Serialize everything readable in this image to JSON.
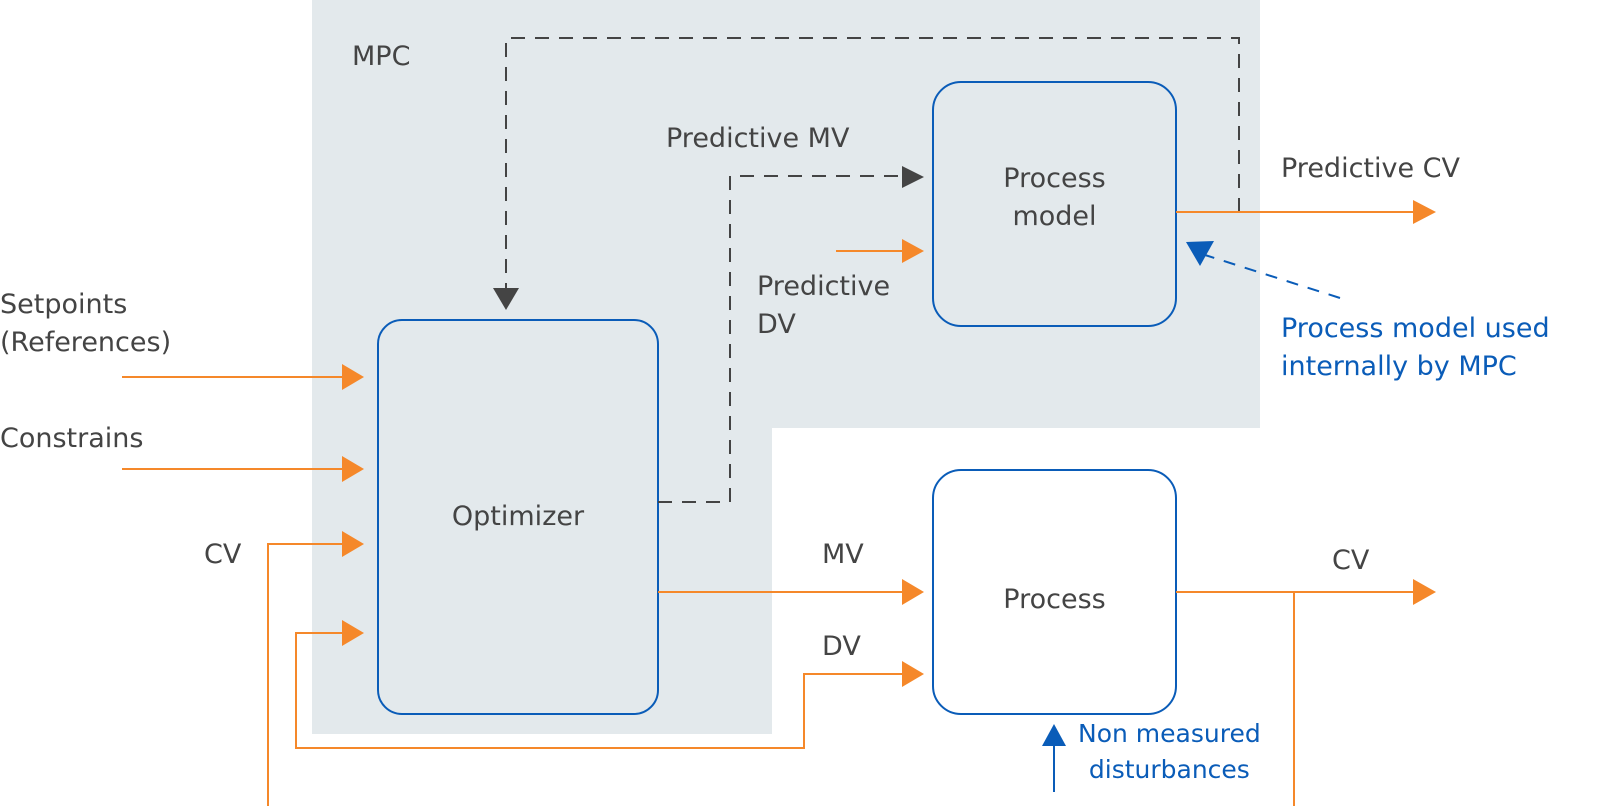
{
  "colors": {
    "mpc_region": "#e3e9ec",
    "box_border": "#0a5cb8",
    "signal": "#f5882a",
    "dashed": "#444444",
    "note": "#0a5cb8",
    "text": "#444444"
  },
  "diagram": {
    "mpc_label": "MPC",
    "boxes": {
      "optimizer": "Optimizer",
      "process_model_line1": "Process",
      "process_model_line2": "model",
      "process": "Process"
    },
    "inputs": {
      "setpoints_line1": "Setpoints",
      "setpoints_line2": "(References)",
      "constrains": "Constrains",
      "cv_feedback": "CV"
    },
    "signals": {
      "predictive_mv": "Predictive MV",
      "predictive_dv_line1": "Predictive",
      "predictive_dv_line2": "DV",
      "predictive_cv": "Predictive CV",
      "mv": "MV",
      "dv": "DV",
      "cv_out": "CV"
    },
    "notes": {
      "process_model_note_line1": "Process model used",
      "process_model_note_line2": "internally by MPC",
      "disturbance_note_line1": "Non measured",
      "disturbance_note_line2": "disturbances"
    }
  }
}
